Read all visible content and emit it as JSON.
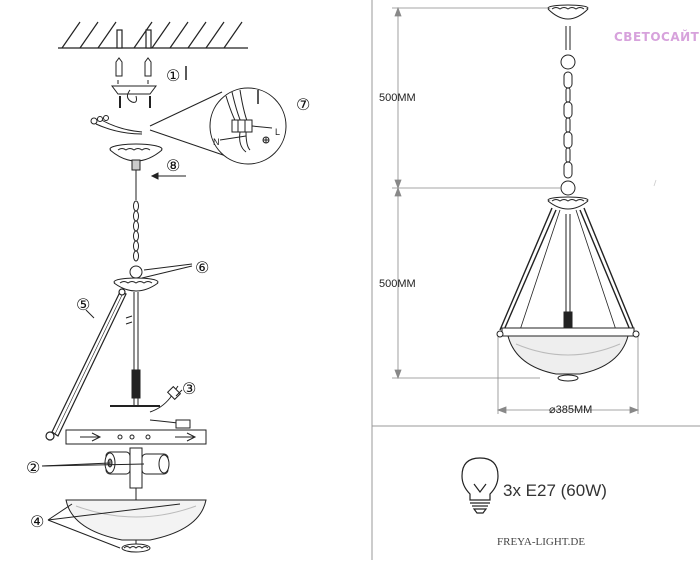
{
  "dimensions": {
    "top_height": "500MM",
    "bottom_height": "500MM",
    "diameter": "⌀385MM"
  },
  "brand_watermark": "СВЕТОСАЙТ",
  "lamp_spec": "3x E27 (60W)",
  "website": "FREYA-LIGHT.DE",
  "callouts": {
    "c1": "①",
    "c2": "②",
    "c3": "③",
    "c4": "④",
    "c5": "⑤",
    "c6": "⑥",
    "c7": "⑦",
    "c8": "⑧"
  },
  "wire_labels": {
    "live": "L",
    "neutral": "N"
  },
  "icons": [
    "bulb-icon",
    "ground-icon"
  ],
  "colors": {
    "line": "#222222",
    "dim_line": "#888888",
    "brand": "#d7a2dc"
  }
}
